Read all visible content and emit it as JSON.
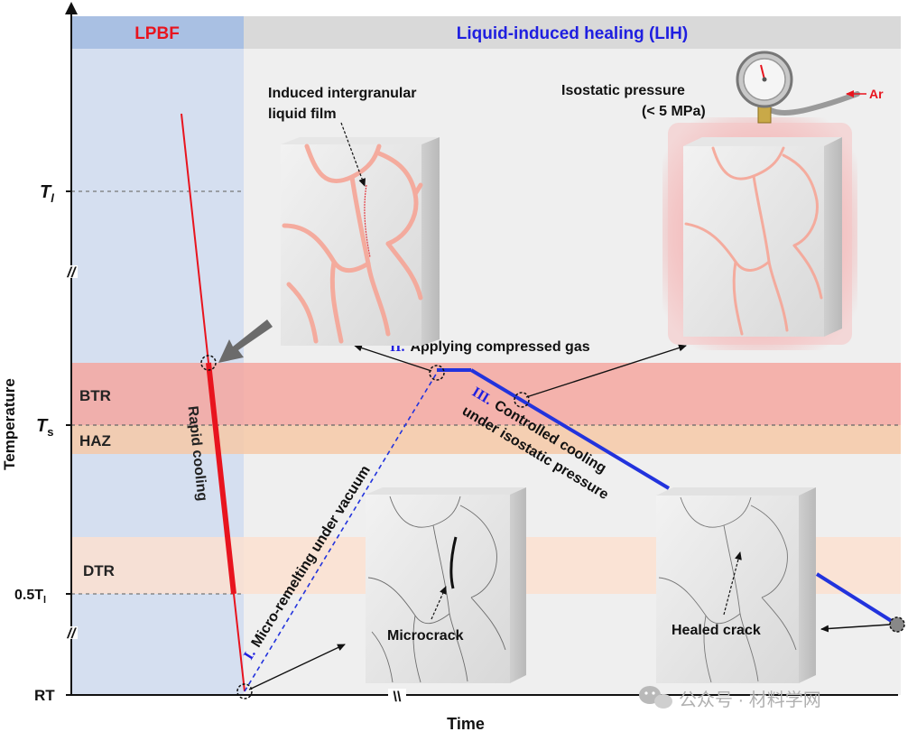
{
  "header": {
    "lpbf_label": "LPBF",
    "lih_label": "Liquid-induced healing (LIH)"
  },
  "axes": {
    "y_label": "Temperature",
    "x_label": "Time",
    "ticks": {
      "tl_main": "T",
      "tl_sub": "l",
      "ts_main": "T",
      "ts_sub": "s",
      "half_main": "0.5T",
      "half_sub": "l",
      "rt": "RT"
    },
    "axis_breaks": [
      "//",
      "//",
      "\\\\"
    ]
  },
  "zones": {
    "btr": "BTR",
    "haz": "HAZ",
    "dtr": "DTR"
  },
  "annotations": {
    "induced_film_line1": "Induced intergranular",
    "induced_film_line2": "liquid film",
    "isostatic_line1": "Isostatic pressure",
    "isostatic_line2": "(< 5 MPa)",
    "ar": "Ar",
    "rapid_cooling": "Rapid cooling",
    "step1_num": "I.",
    "step1_text": "Micro-remelting under vacuum",
    "step2_num": "II.",
    "step2_text": "Applying compressed gas",
    "step3_num": "III.",
    "step3_line1": "Controlled cooling",
    "step3_line2": "under isostatic pressure",
    "microcrack": "Microcrack",
    "healed_crack": "Healed crack"
  },
  "watermark": "公众号 · 材料学网",
  "colors": {
    "lpbf_red": "#e8141e",
    "lih_blue": "#1f1fe0",
    "btr_band": "#f4a7a0",
    "haz_band": "#f6c9a7",
    "dtr_band": "#fbe3d6",
    "lpbf_panel": "#d5dff0",
    "lih_panel": "#efefef",
    "cooling_line": "#e8141e",
    "lih_line": "#2233dd"
  }
}
